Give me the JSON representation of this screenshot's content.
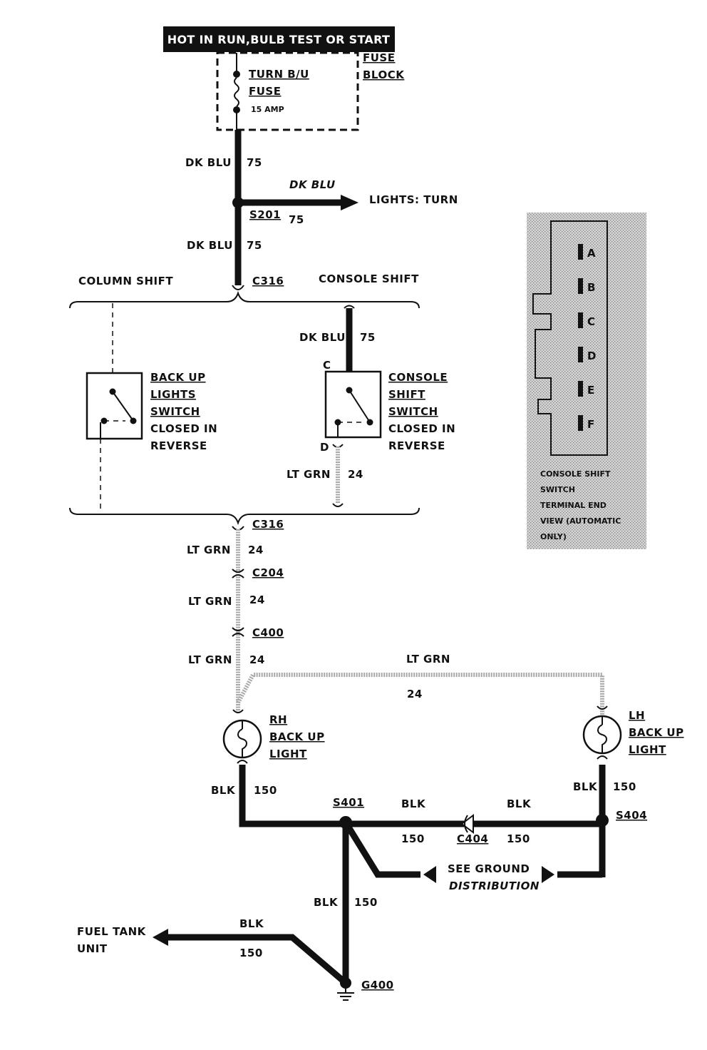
{
  "header": {
    "title": "HOT IN RUN,BULB TEST OR START"
  },
  "fuse": {
    "block_line1": "FUSE",
    "block_line2": "BLOCK",
    "name_line1": "TURN B/U",
    "name_line2": "FUSE",
    "rating": "15 AMP"
  },
  "wires": {
    "dk_blu": "DK BLU",
    "lt_grn": "LT GRN",
    "blk": "BLK",
    "c75": "75",
    "c24": "24",
    "c150": "150"
  },
  "connectors": {
    "s201": "S201",
    "c316": "C316",
    "c204": "C204",
    "c400": "C400",
    "s401": "S401",
    "c404": "C404",
    "s404": "S404",
    "g400": "G400"
  },
  "turn_lights": "LIGHTS: TURN",
  "shift": {
    "column": "COLUMN SHIFT",
    "console": "CONSOLE SHIFT",
    "terminal_c": "C",
    "terminal_d": "D"
  },
  "backup_switch": {
    "line1": "BACK UP",
    "line2": "LIGHTS",
    "line3": "SWITCH",
    "line4": "CLOSED IN",
    "line5": "REVERSE"
  },
  "console_switch": {
    "line1": "CONSOLE",
    "line2": "SHIFT",
    "line3": "SWITCH",
    "line4": "CLOSED IN",
    "line5": "REVERSE"
  },
  "rh_light": {
    "line1": "RH",
    "line2": "BACK UP",
    "line3": "LIGHT"
  },
  "lh_light": {
    "line1": "LH",
    "line2": "BACK UP",
    "line3": "LIGHT"
  },
  "ground": {
    "line1": "SEE GROUND",
    "line2": "DISTRIBUTION"
  },
  "fuel_tank": {
    "line1": "FUEL TANK",
    "line2": "UNIT"
  },
  "terminal_view": {
    "pins": [
      "A",
      "B",
      "C",
      "D",
      "E",
      "F"
    ],
    "caption_line1": "CONSOLE SHIFT",
    "caption_line2": "SWITCH",
    "caption_line3": "TERMINAL END",
    "caption_line4": "VIEW (AUTOMATIC",
    "caption_line5": "ONLY)"
  },
  "colors": {
    "wire_black": "#111111",
    "wire_lt_grn": "#a8a8a8",
    "header_bg": "#111111",
    "panel_bg": "#c9c9c9"
  }
}
